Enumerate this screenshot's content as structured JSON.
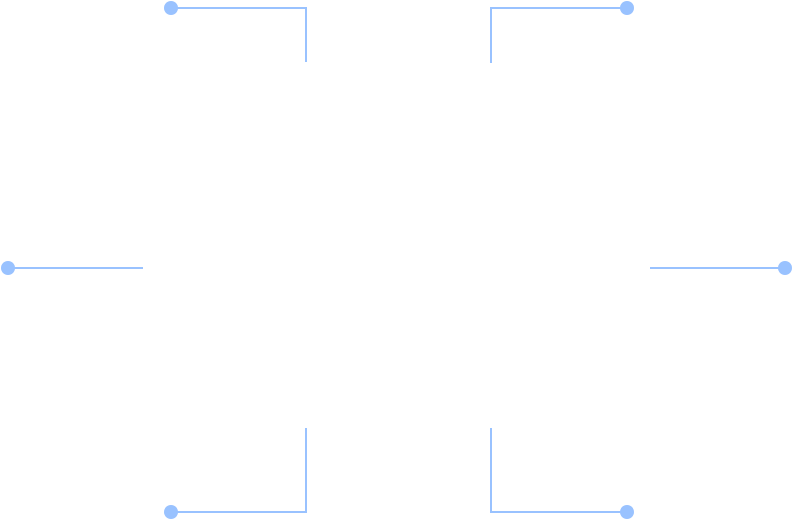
{
  "diagram": {
    "line_color": "#99C2FF",
    "dot_color": "#99C2FF",
    "background": "#FFFFFF",
    "connectors": [
      {
        "name": "top-left-connector"
      },
      {
        "name": "top-right-connector"
      },
      {
        "name": "left-connector"
      },
      {
        "name": "right-connector"
      },
      {
        "name": "bottom-left-connector"
      },
      {
        "name": "bottom-right-connector"
      }
    ]
  }
}
